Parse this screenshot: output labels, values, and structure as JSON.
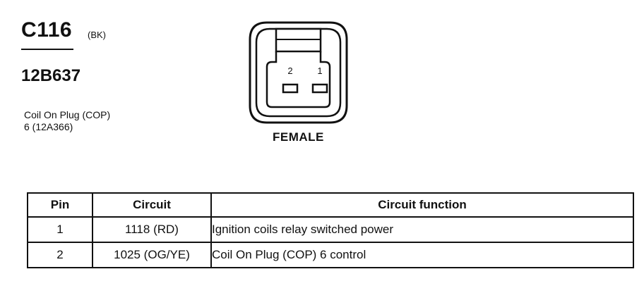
{
  "connector": {
    "id": "C116",
    "color_code": "(BK)",
    "part_number": "12B637",
    "component_line1": "Coil On Plug (COP)",
    "component_line2": "6 (12A366)",
    "gender": "FEMALE",
    "pin_labels": [
      "2",
      "1"
    ]
  },
  "pin_table": {
    "headers": {
      "pin": "Pin",
      "circuit": "Circuit",
      "function": "Circuit function"
    },
    "rows": [
      {
        "pin": "1",
        "circuit": "1118 (RD)",
        "function": "Ignition coils relay switched power"
      },
      {
        "pin": "2",
        "circuit": "1025 (OG/YE)",
        "function": "Coil On Plug (COP) 6  control"
      }
    ]
  }
}
